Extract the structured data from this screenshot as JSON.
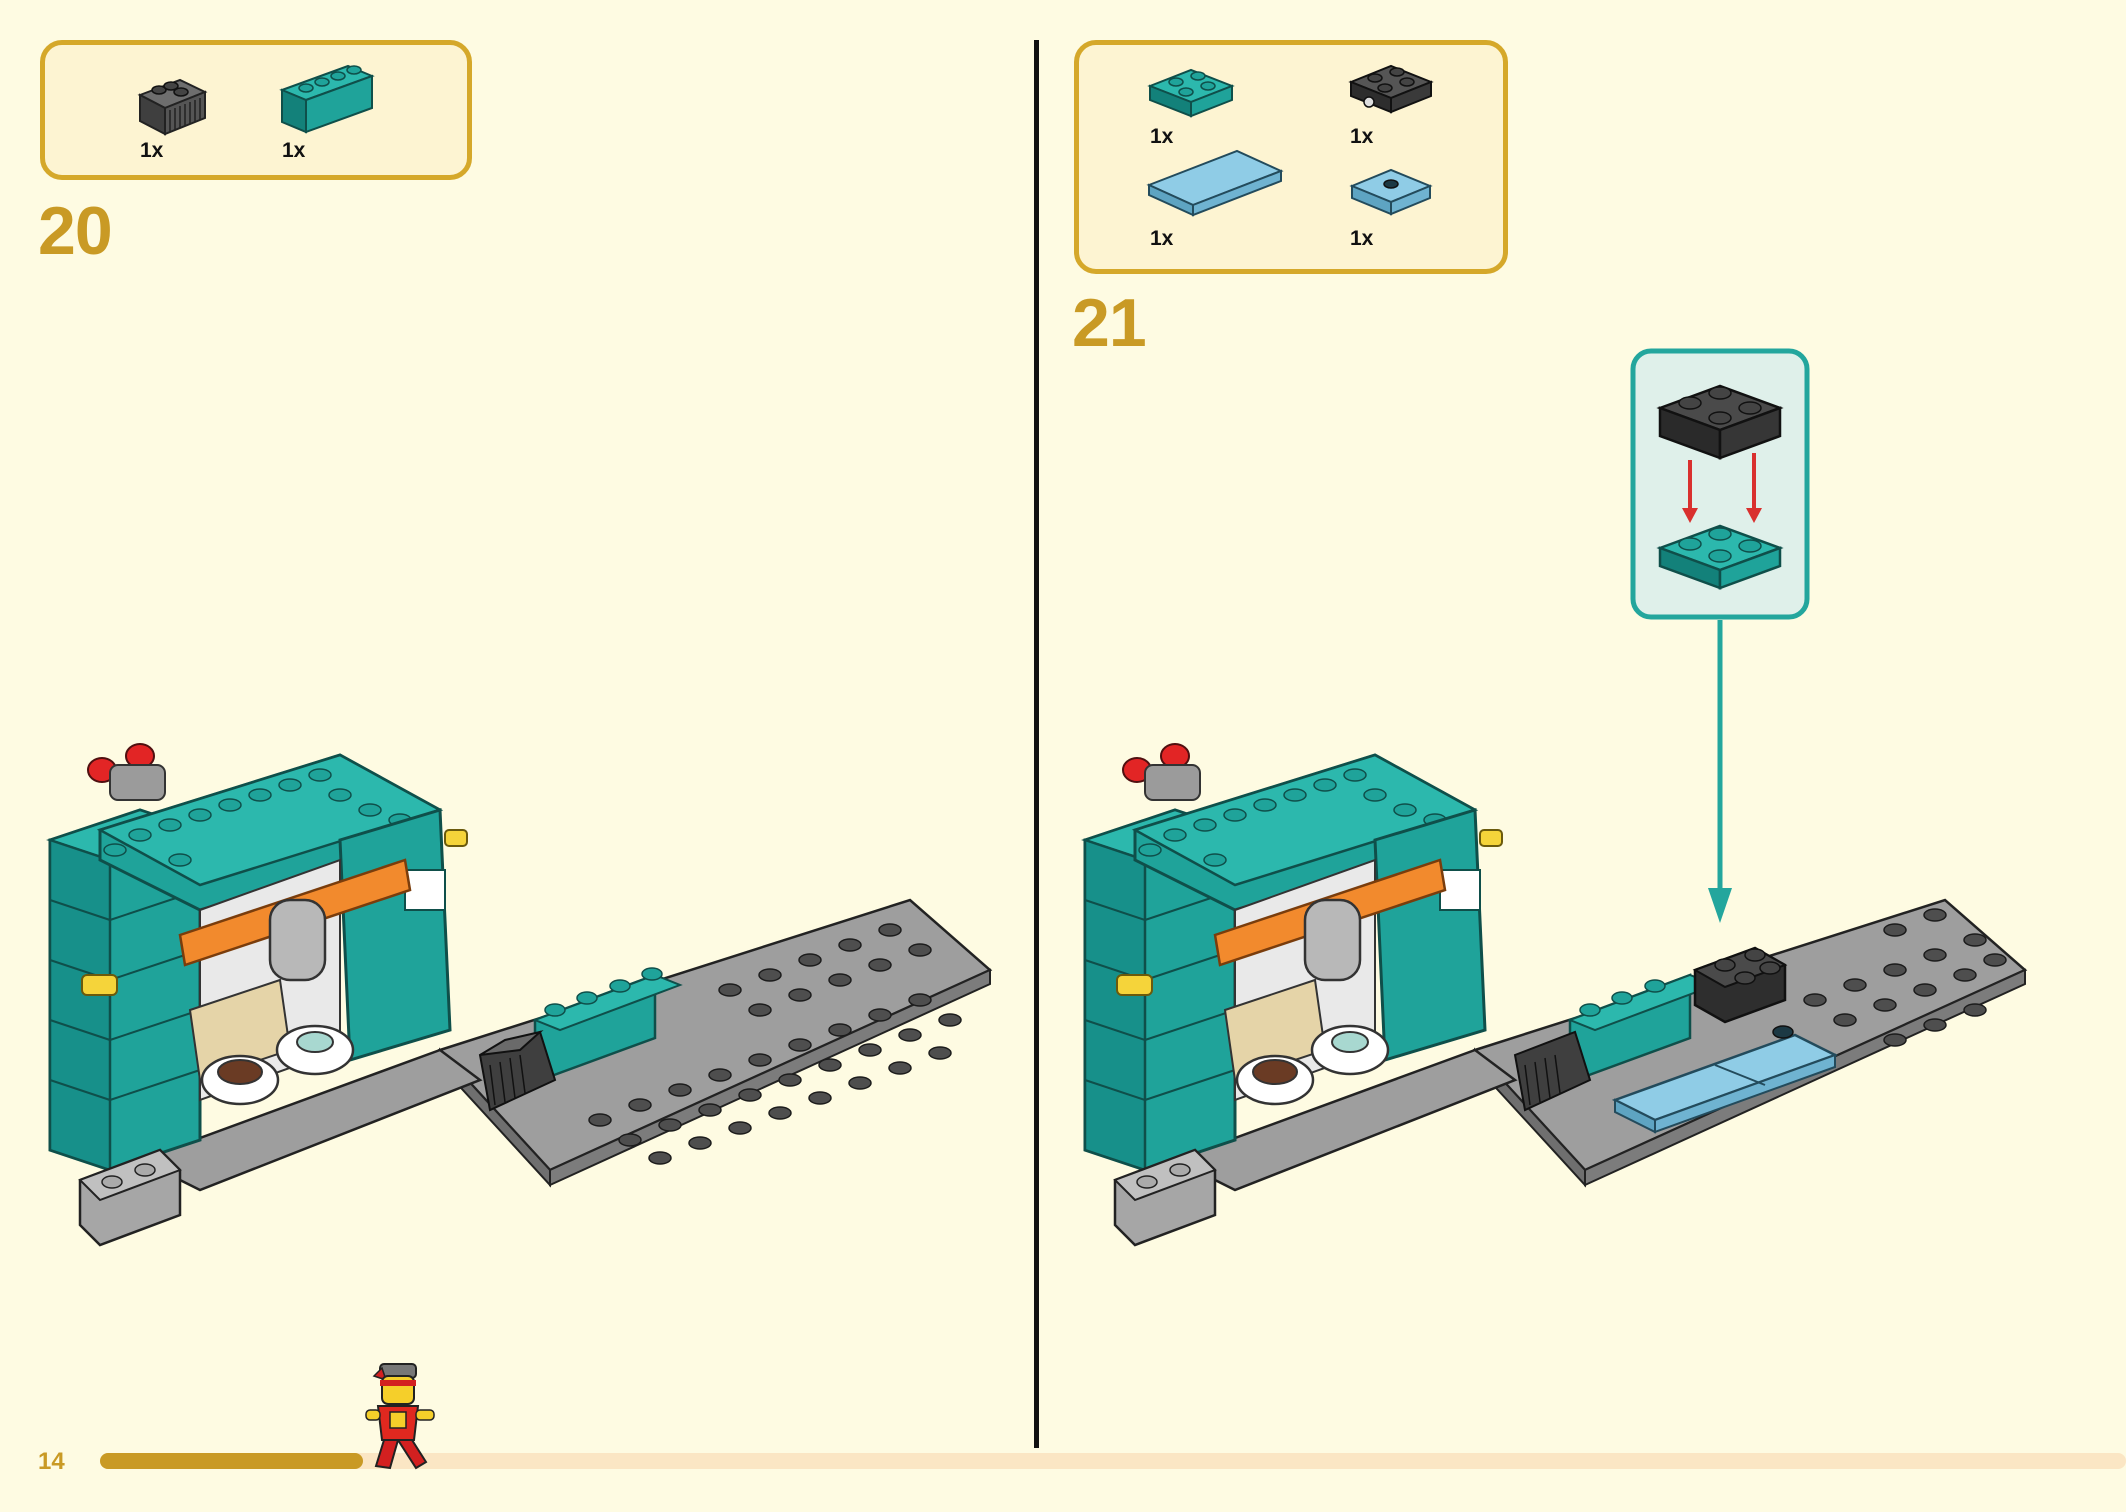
{
  "page": {
    "number": "14",
    "progress": 0.13
  },
  "step_left": {
    "number": "20",
    "parts": [
      {
        "icon": "dark-gray-grille-brick-icon",
        "qty": "1x"
      },
      {
        "icon": "teal-1x4-brick-icon",
        "qty": "1x"
      }
    ]
  },
  "step_right": {
    "number": "21",
    "parts": [
      {
        "icon": "teal-2x2-plate-icon",
        "qty": "1x"
      },
      {
        "icon": "black-2x2-bracket-plate-icon",
        "qty": "1x"
      },
      {
        "icon": "light-blue-2x4-tile-icon",
        "qty": "1x"
      },
      {
        "icon": "light-blue-2x2-jumper-plate-icon",
        "qty": "1x"
      }
    ]
  },
  "colors": {
    "background": "#fefbe2",
    "accent_gold": "#c99a25",
    "teal": "#1fa39a",
    "dark_gray": "#4b4b4b",
    "light_gray": "#a8a8a8",
    "light_blue": "#7ec0dc",
    "callout_teal": "#23a69d",
    "arrow_red": "#d9302e"
  }
}
